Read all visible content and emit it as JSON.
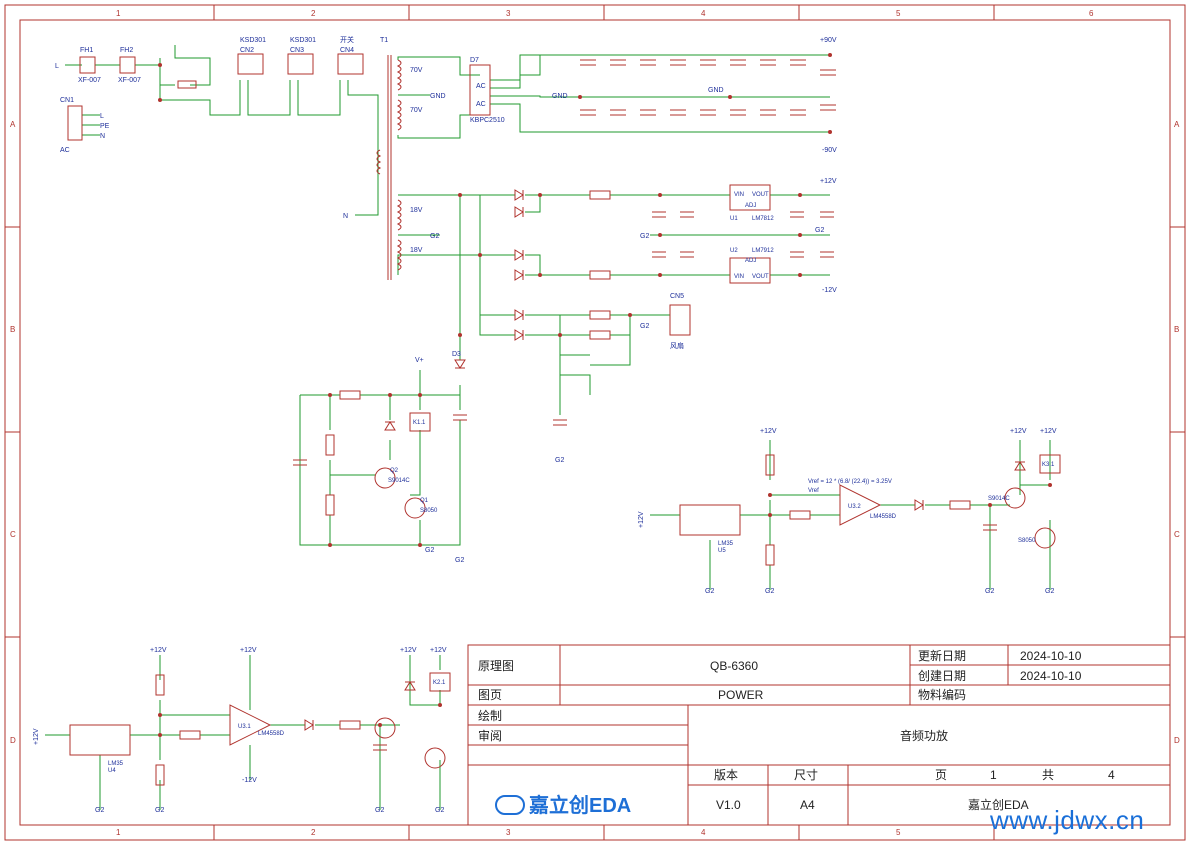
{
  "frame": {
    "col_labels": [
      "1",
      "2",
      "3",
      "4",
      "5",
      "6"
    ],
    "row_labels": [
      "A",
      "B",
      "C",
      "D"
    ]
  },
  "title_block": {
    "schematic_label": "原理图",
    "schematic_value": "QB-6360",
    "update_label": "更新日期",
    "update_value": "2024-10-10",
    "create_label": "创建日期",
    "create_value": "2024-10-10",
    "page_label": "图页",
    "page_value": "POWER",
    "material_label": "物料编码",
    "drawn_label": "绘制",
    "review_label": "审阅",
    "project": "音频功放",
    "version_label": "版本",
    "version_value": "V1.0",
    "size_label": "尺寸",
    "size_value": "A4",
    "page_num_label": "页",
    "page_num": "1",
    "total_label": "共",
    "total": "4",
    "company": "嘉立创EDA",
    "logo_text": "嘉立创EDA"
  },
  "watermark": "www.jdwx.cn",
  "labels": {
    "fh1": "FH1",
    "fh2": "FH2",
    "xf1": "XF-007",
    "xf2": "XF-007",
    "cn1": "CN1",
    "ac": "AC",
    "l": "L",
    "pe": "PE",
    "n": "N",
    "cn2": "CN2",
    "cn3": "CN3",
    "cn4": "CN4",
    "ksd1": "KSD301",
    "ksd2": "KSD301",
    "switch": "开关",
    "t1": "T1",
    "v70a": "70V",
    "v70b": "70V",
    "gnd_t": "GND",
    "d7": "D7",
    "kbpc": "KBPC2510",
    "ac1": "AC",
    "ac2": "AC",
    "p90": "+90V",
    "n90": "-90V",
    "gnd_cap": "GND",
    "gnd_cap2": "GND",
    "v18a": "18V",
    "v18b": "18V",
    "g2_t": "G2",
    "p12": "+12V",
    "n12": "-12V",
    "u1": "U1",
    "u2": "U2",
    "lm7812": "LM7812",
    "lm7912": "LM7912",
    "vin": "VIN",
    "vout": "VOUT",
    "adj": "ADJ",
    "cn5": "CN5",
    "fan": "风扇",
    "d3": "D3",
    "vplus": "V+",
    "k11": "K1.1",
    "q1": "Q1",
    "q2": "Q2",
    "s8050": "S8050",
    "s9014": "S9014C",
    "lm35a": "LM35",
    "lm35b": "LM35",
    "u5": "U5",
    "u4": "U4",
    "lm4558a": "LM4558D",
    "lm4558b": "LM4558D",
    "u3a": "U3.1",
    "u3b": "U3.2",
    "k21": "K2.1",
    "k31": "K3.1",
    "formula1": "Vref = 12 * (6.8/ (22.4)) = 3.25V",
    "formula2": "Vref",
    "g2": "G2",
    "plus12": "+12V",
    "minus12": "-12V"
  }
}
